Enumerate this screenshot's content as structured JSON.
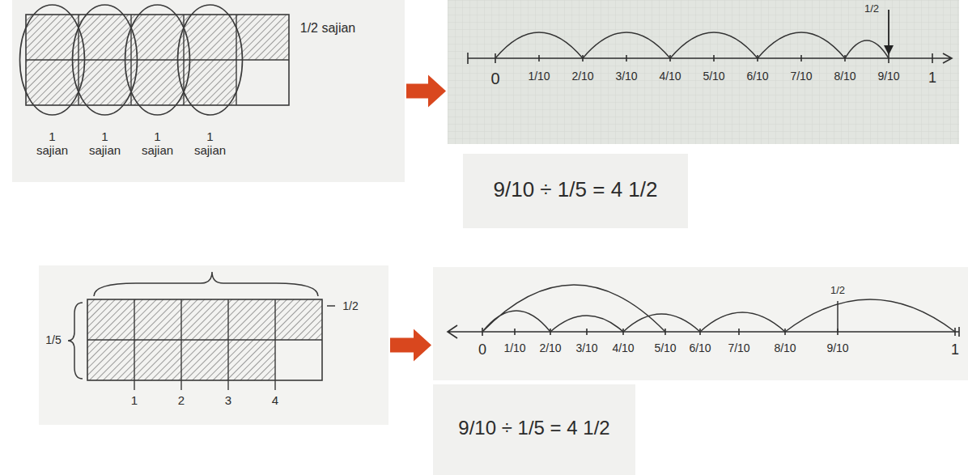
{
  "diagram": {
    "nodes": [
      {
        "text": [
          "1/2 sajian",
          "1 sajian",
          "1 sajian",
          "1 sajian",
          "1 sajian"
        ]
      },
      {
        "text": [
          "0",
          "1/10",
          "2/10",
          "3/10",
          "4/10",
          "5/10",
          "6/10",
          "7/10",
          "8/10",
          "9/10",
          "1",
          "1/2"
        ]
      },
      {
        "text": [
          "9/10 ÷ 1/5 = 4 1/2"
        ]
      },
      {
        "text": [
          "1/5",
          "1/2",
          "1",
          "2",
          "3",
          "4"
        ]
      },
      {
        "text": [
          "0",
          "1/10",
          "2/10",
          "3/10",
          "4/10",
          "5/10",
          "6/10",
          "7/10",
          "8/10",
          "9/10",
          "1",
          "1/2"
        ]
      },
      {
        "text": [
          "9/10 ÷ 1/5 = 4 1/2"
        ]
      }
    ],
    "edges": [
      {
        "from": 0,
        "to": 1,
        "arrow": "to"
      },
      {
        "from": 3,
        "to": 4,
        "arrow": "to"
      }
    ]
  }
}
